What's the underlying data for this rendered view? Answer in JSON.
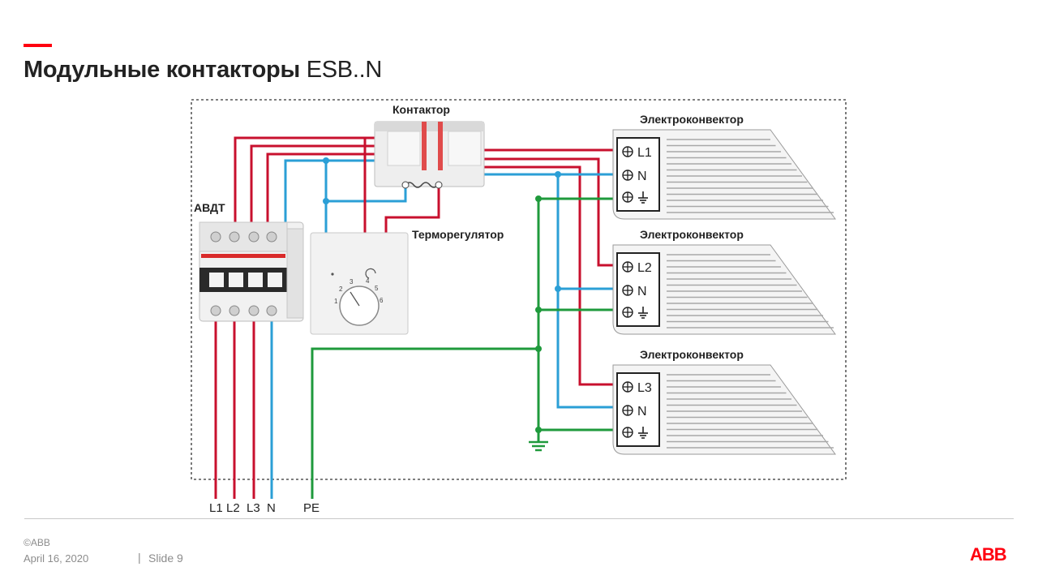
{
  "slide_title_bold": "Модульные контакторы",
  "slide_title_light": "ESB..N",
  "accent_color": "#ff000f",
  "diagram": {
    "contactor_label": "Контактор",
    "breaker_label": "АВДТ",
    "thermostat_label": "Терморегулятор",
    "thermostat_scale": [
      "1",
      "2",
      "3",
      "4",
      "5",
      "6"
    ],
    "convectors": [
      {
        "label": "Электроконвектор",
        "terminal_phase": "L1",
        "terminal_neutral": "N"
      },
      {
        "label": "Электроконвектор",
        "terminal_phase": "L2",
        "terminal_neutral": "N"
      },
      {
        "label": "Электроконвектор",
        "terminal_phase": "L3",
        "terminal_neutral": "N"
      }
    ],
    "supply_labels": [
      "L1",
      "L2",
      "L3",
      "N",
      "PE"
    ],
    "wire_colors": {
      "phase": "#c8102e",
      "neutral": "#2b9fd6",
      "earth": "#1f9a3c"
    }
  },
  "footer": {
    "copyright": "©ABB",
    "date": "April 16, 2020",
    "separator": "|",
    "slide": "Slide 9",
    "logo": "ABB"
  }
}
